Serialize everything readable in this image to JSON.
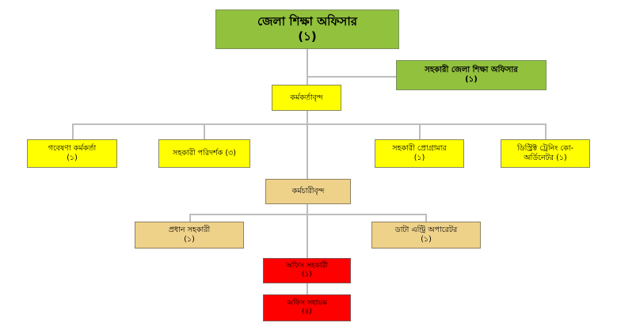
{
  "org_chart": {
    "head": {
      "title": "জেলা শিক্ষা অফিসার",
      "count": "(১)"
    },
    "assistant_head": {
      "title": "সহকারী জেলা শিক্ষা অফিসার",
      "count": "(১)"
    },
    "officers_group": {
      "title": "কর্মকর্তাবৃন্দ"
    },
    "officers": [
      {
        "title": "গবেষণা কর্মকর্তা",
        "count": "(১)"
      },
      {
        "title": "সহকারী পরিদর্শক (৩)"
      },
      {
        "title": "সহকারী প্রোগ্রামার",
        "count": "(১)"
      },
      {
        "title": "ডিস্ট্রিক্ট ট্রেনিং কো-",
        "title2": "অর্ডিনেটর (১)"
      }
    ],
    "staff_group": {
      "title": "কর্মচারীবৃন্দ"
    },
    "staff": [
      {
        "title": "প্রধান সহকারী",
        "count": "(১)"
      },
      {
        "title": "ডাটা এন্ট্রি অপারেটর",
        "count": "(১)"
      }
    ],
    "office_staff": [
      {
        "title": "অফিস সহকারী",
        "count": "(১)"
      },
      {
        "title": "অফিস সহায়ক",
        "count": "(৪)"
      }
    ]
  },
  "colors": {
    "head": "#92c13e",
    "officer": "#ffff00",
    "staff": "#efd28a",
    "office_staff": "#ff0000",
    "connector": "#bdbdbd"
  }
}
